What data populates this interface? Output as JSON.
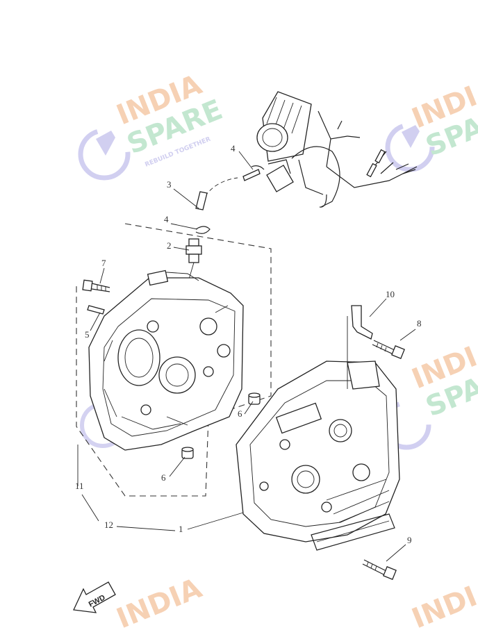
{
  "watermark": {
    "line1": "INDIA",
    "line2": "SPARE",
    "tagline": "REBUILD TOGETHER",
    "color_line1": "#f5c9a8",
    "color_line2": "#b9e3c8",
    "color_icon": "#c9c7ee"
  },
  "callouts": {
    "n1": "1",
    "n2": "2",
    "n3": "3",
    "n4a": "4",
    "n4b": "4",
    "n5": "5",
    "n6a": "6",
    "n6b": "6",
    "n7": "7",
    "n8": "8",
    "n9": "9",
    "n10": "10",
    "n11": "11",
    "n12": "12"
  },
  "fwd_label": "FWD"
}
